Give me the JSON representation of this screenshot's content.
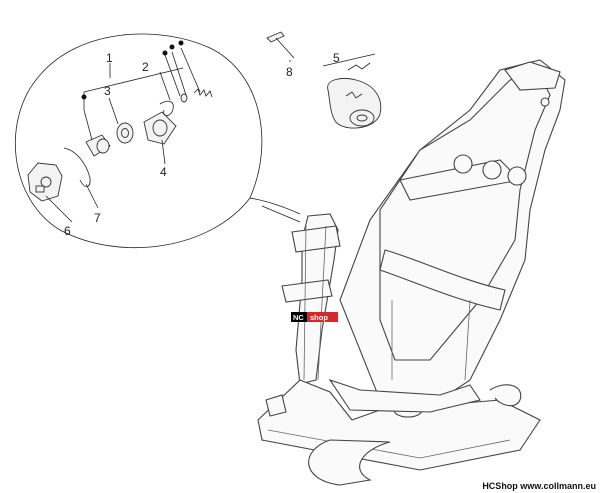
{
  "callouts": [
    {
      "id": "1",
      "label": "1"
    },
    {
      "id": "2",
      "label": "2"
    },
    {
      "id": "3",
      "label": "3"
    },
    {
      "id": "4",
      "label": "4"
    },
    {
      "id": "5",
      "label": "5"
    },
    {
      "id": "6",
      "label": "6"
    },
    {
      "id": "7",
      "label": "7"
    },
    {
      "id": "8",
      "label": "8"
    }
  ],
  "badge": {
    "left": "NC",
    "right": "shop"
  },
  "footer": {
    "text": "HCShop www.collmann.eu"
  },
  "colors": {
    "badge_left": "#000000",
    "badge_right": "#d62828",
    "lines": "#222222"
  }
}
